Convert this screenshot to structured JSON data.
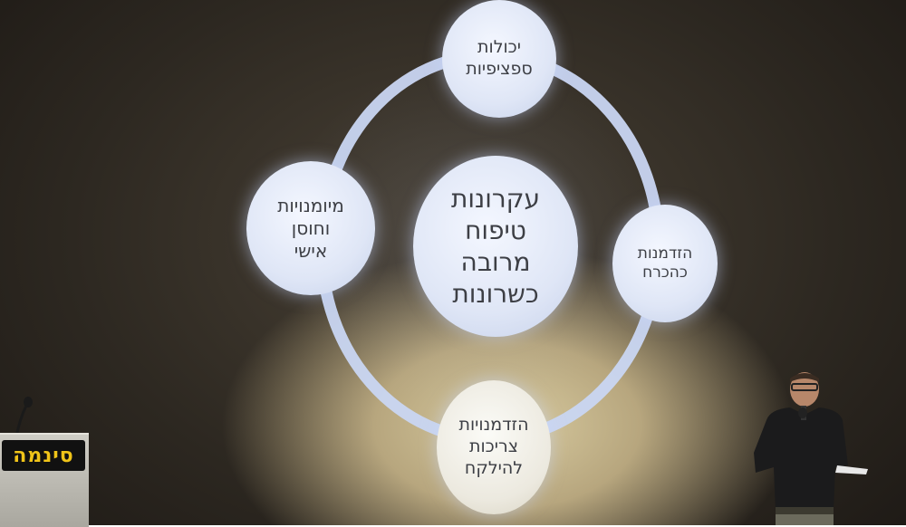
{
  "slide": {
    "center": "עקרונות\nטיפוח\nמרובה\nכשרונות",
    "top": "יכולות\nספציפיות",
    "left": "מיומנויות\nוחוסן\nאישי",
    "right": "הזדמנות\nכהכרח",
    "bottom": "הזדמנויות\nצריכות\nלהילקח"
  },
  "lectern": {
    "logo_text": "סינמה"
  }
}
